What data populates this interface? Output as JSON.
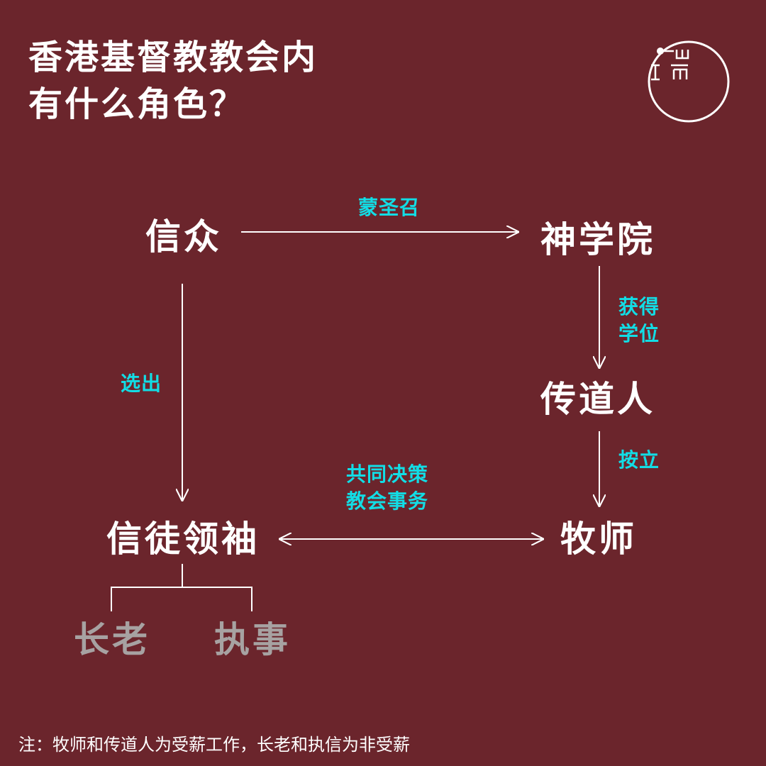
{
  "title": {
    "line1": "香港基督教教会内",
    "line2": "有什么角色？"
  },
  "logo": {
    "icon": "ends-media-logo"
  },
  "nodes": {
    "congregation": "信众",
    "seminary": "神学院",
    "evangelist": "传道人",
    "lay_leaders": "信徒领袖",
    "pastor": "牧师",
    "elder": "长老",
    "deacon": "执事"
  },
  "edges": {
    "calling": "蒙圣召",
    "degree_line1": "获得",
    "degree_line2": "学位",
    "elect": "选出",
    "ordain": "按立",
    "shared_line1": "共同决策",
    "shared_line2": "教会事务"
  },
  "note": "注：牧师和传道人为受薪工作，长老和执信为非受薪",
  "colors": {
    "background": "#6b252c",
    "text": "#ffffff",
    "accent": "#12dde5",
    "muted": "#a7a2a2"
  }
}
